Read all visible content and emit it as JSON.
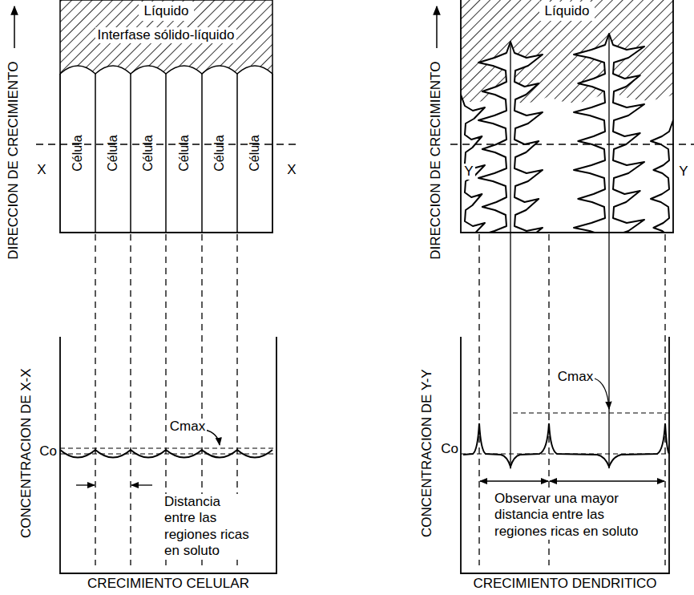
{
  "diagram": {
    "nodes": [
      {
        "text": [
          "Líquido"
        ]
      },
      {
        "text": [
          "Célula"
        ]
      },
      {
        "text": [
          "Célula"
        ]
      },
      {
        "text": [
          "Célula"
        ]
      },
      {
        "text": [
          "Célula"
        ]
      },
      {
        "text": [
          "Célula"
        ]
      },
      {
        "text": [
          "Célula"
        ]
      },
      {
        "text": [
          "Líquido"
        ]
      }
    ],
    "labels": [
      "Interfase sólido-líquido",
      "X",
      "X",
      "DIRECCION DE CRECIMIENTO",
      "CONCENTRACION DE X-X",
      "Cmax",
      "Co",
      "Distancia entre las regiones ricas en soluto",
      "CRECIMIENTO CELULAR",
      "DIRECCION DE CRECIMIENTO",
      "Y",
      "Y",
      "CONCENTRACION DE Y-Y",
      "Cmax",
      "Co",
      "Observar una mayor distancia entre las regiones ricas en soluto",
      "CRECIMIENTO DENDRITICO"
    ]
  }
}
